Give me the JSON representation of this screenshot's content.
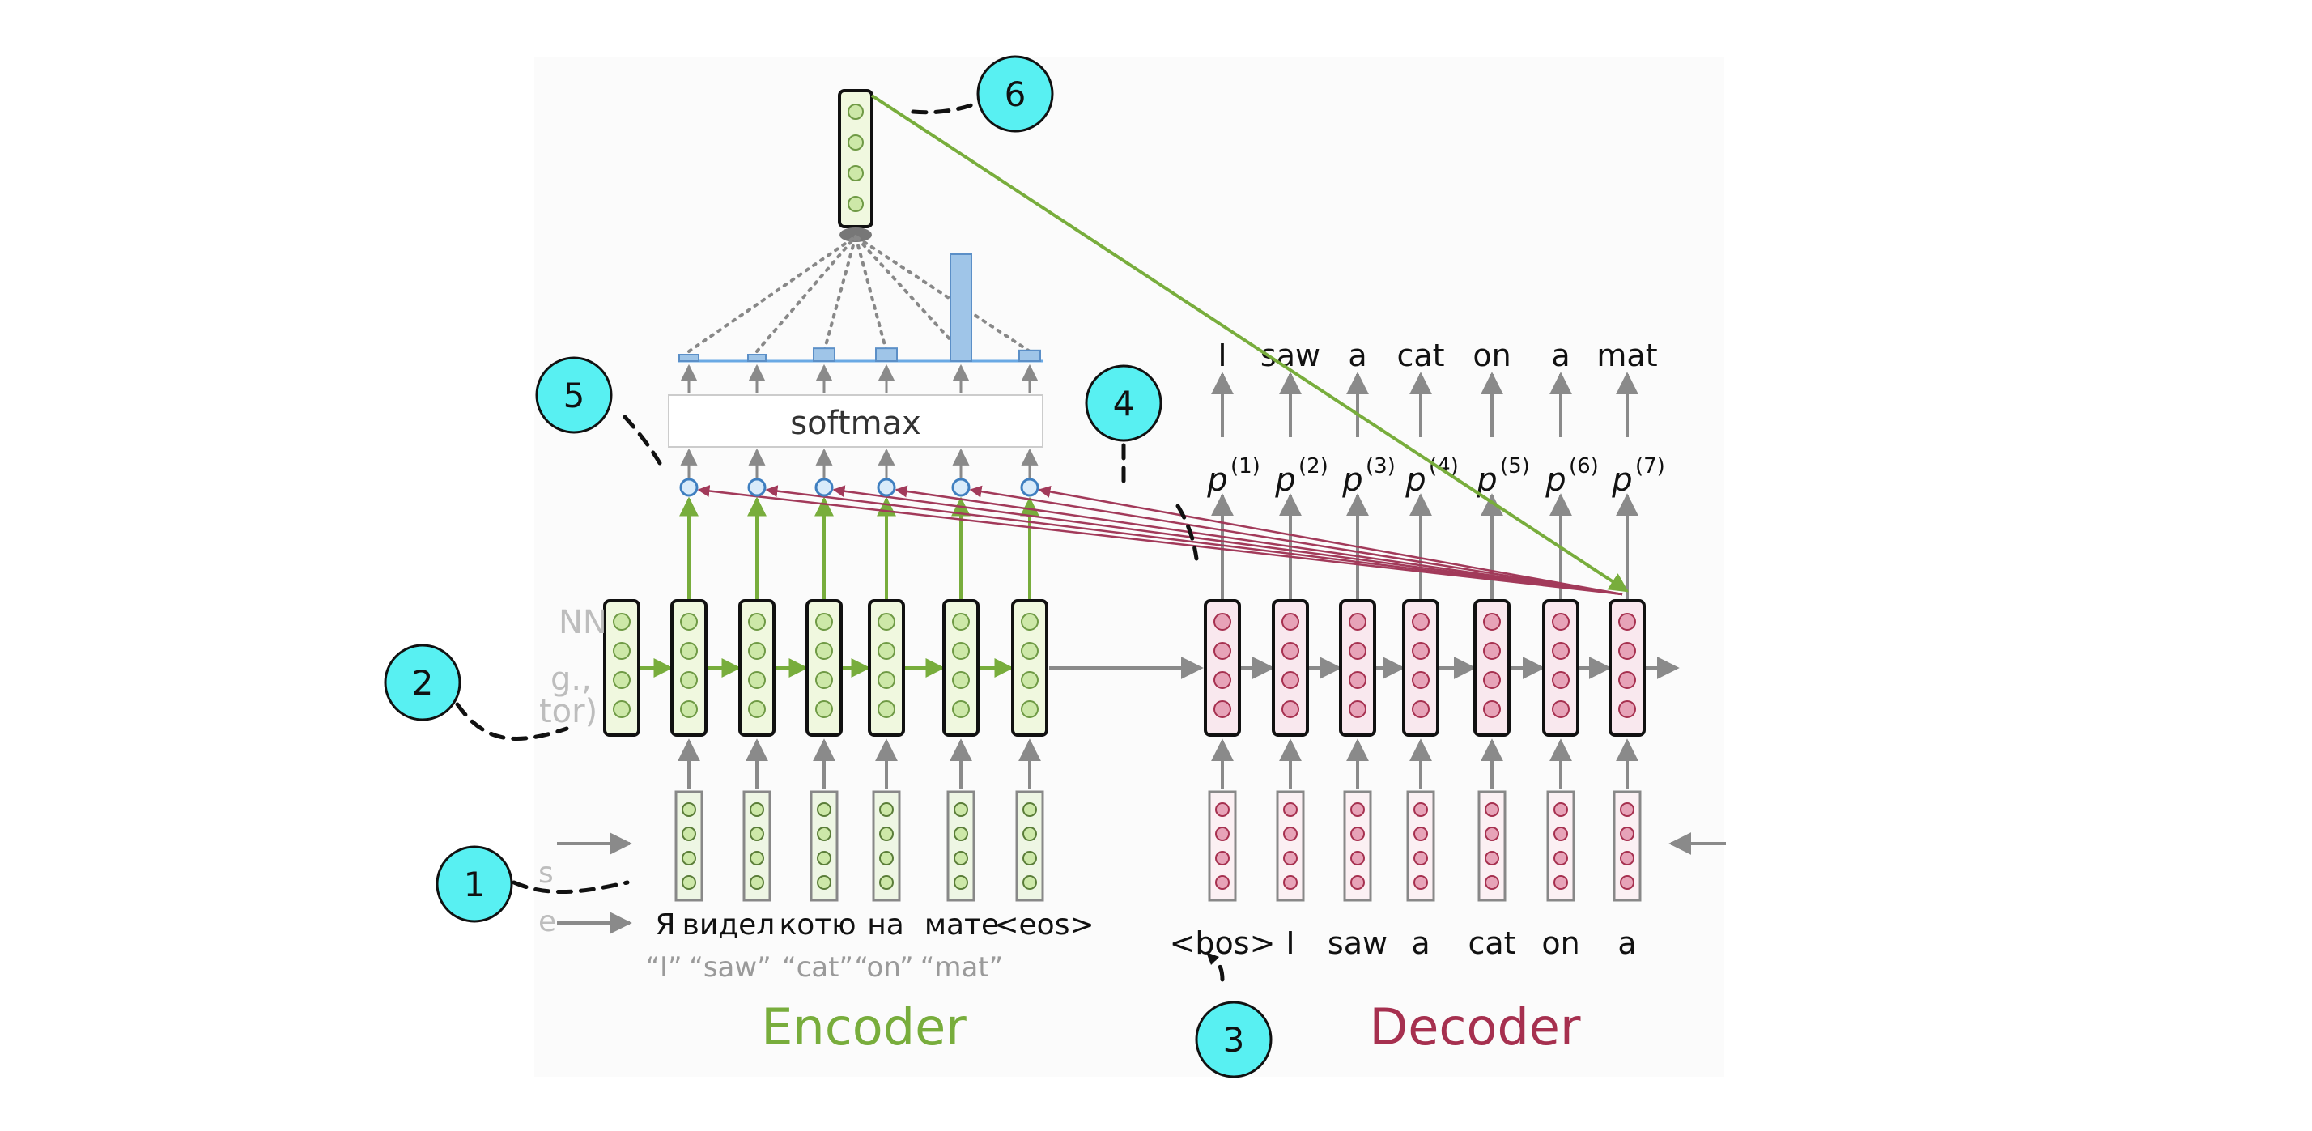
{
  "colors": {
    "encoder_green": "#78ad3c",
    "decoder_red": "#a6304f",
    "cell_green_fill": "#f0f8df",
    "dot_green_fill": "#cde8a8",
    "cell_red_fill": "#f9e8ee",
    "dot_red_fill": "#e7a3b8",
    "attention_blue": "#9fc5e8",
    "callout_cyan": "#58f0f2",
    "arrow_gray": "#8a8a8a",
    "attention_line": "#a23a5a"
  },
  "softmax": {
    "label": "softmax",
    "weights": [
      0.06,
      0.03,
      0.12,
      0.12,
      1.0,
      0.1
    ]
  },
  "encoder": {
    "label": "Encoder",
    "input_tokens": [
      "Я",
      "видел",
      "котю",
      "на",
      "мате",
      "<eos>"
    ],
    "gloss": [
      "“I”",
      "“saw”",
      "“cat”",
      "“on”",
      "“mat”"
    ],
    "cut_labels": [
      "NN",
      "g.,",
      "tor)",
      "s",
      "e"
    ]
  },
  "decoder": {
    "label": "Decoder",
    "input_tokens": [
      "<bos>",
      "I",
      "saw",
      "a",
      "cat",
      "on",
      "a"
    ],
    "output_tokens": [
      "I",
      "saw",
      "a",
      "cat",
      "on",
      "a",
      "mat"
    ],
    "prob_labels": [
      "p",
      "p",
      "p",
      "p",
      "p",
      "p",
      "p"
    ],
    "prob_exponents": [
      "(1)",
      "(2)",
      "(3)",
      "(4)",
      "(5)",
      "(6)",
      "(7)"
    ]
  },
  "callouts": [
    "1",
    "2",
    "3",
    "4",
    "5",
    "6"
  ]
}
